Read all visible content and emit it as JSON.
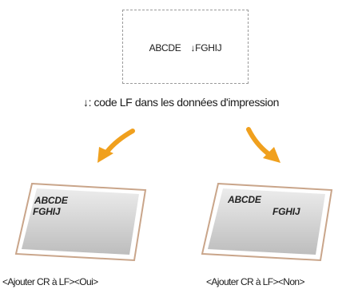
{
  "source": {
    "part1": "ABCDE",
    "part2": "↓FGHIJ"
  },
  "legend": "↓: code LF dans les données d'impression",
  "left": {
    "line1": "ABCDE",
    "line2": "FGHIJ",
    "caption": "<Ajouter CR à LF><Oui>"
  },
  "right": {
    "line1": "ABCDE",
    "line2": "FGHIJ",
    "caption": "<Ajouter CR à LF><Non>"
  },
  "colors": {
    "arrow": "#f0a01e",
    "paper_border": "#c9a58a",
    "paper_fill_top": "#ececec",
    "paper_fill_bottom": "#bdbdbd",
    "dashed_border": "#9a9a9a"
  }
}
